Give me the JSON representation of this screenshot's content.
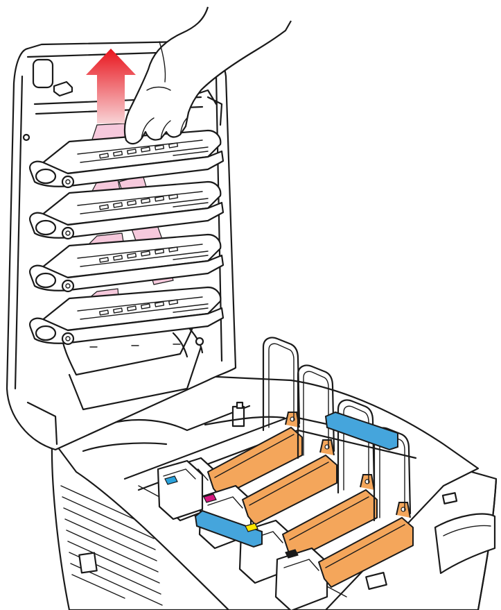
{
  "colors": {
    "arrow_top": "#e8141c",
    "arrow_fade": "#f8d3d6",
    "drum_sheet": "#f6c9dc",
    "toner": "#f4a65b",
    "lock_lever": "#45a5dc",
    "marker_cyan": "#2aa2dc",
    "marker_magenta": "#d6177f",
    "marker_yellow": "#ffe600",
    "marker_black": "#1a1a1a"
  },
  "illustration": {
    "subject": "printer-top-cover-open",
    "action": "lift-image-drum-up",
    "image_drums": [
      {
        "slot": 1
      },
      {
        "slot": 2
      },
      {
        "slot": 3
      },
      {
        "slot": 4
      }
    ],
    "toner_cartridges": [
      {
        "color_key": "marker_magenta"
      },
      {
        "color_key": "marker_yellow"
      },
      {
        "color_key": "marker_black"
      },
      {
        "color_key": "toner"
      }
    ],
    "color_markers": [
      "marker_cyan",
      "marker_magenta",
      "marker_yellow",
      "marker_black"
    ]
  }
}
